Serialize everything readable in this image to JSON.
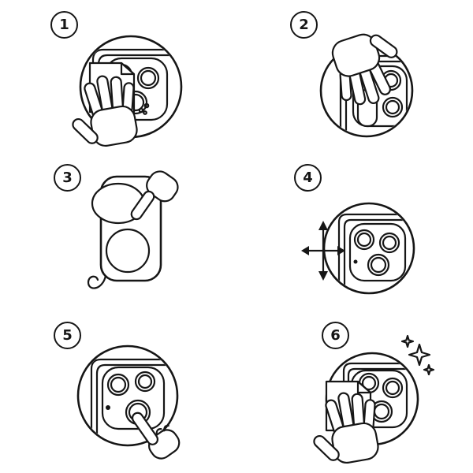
{
  "diagram": {
    "kind": "lens-protector-installation-instructions",
    "background": "#ffffff",
    "line_color": "#161616"
  },
  "steps": [
    {
      "number": "1",
      "icon": "wipe-camera-with-cloth-icon"
    },
    {
      "number": "2",
      "icon": "place-protector-by-hand-icon"
    },
    {
      "number": "3",
      "icon": "press-protector-on-phone-icon"
    },
    {
      "number": "4",
      "icon": "adjust-alignment-arrows-icon"
    },
    {
      "number": "5",
      "icon": "press-lens-with-finger-icon"
    },
    {
      "number": "6",
      "icon": "polish-clean-with-sparkles-icon"
    }
  ]
}
